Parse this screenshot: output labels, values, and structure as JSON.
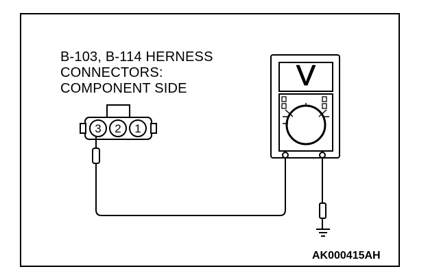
{
  "diagram": {
    "title_lines": [
      "B-103, B-114 HERNESS",
      "CONNECTORS:",
      "COMPONENT SIDE"
    ],
    "reference_code": "AK000415AH",
    "connector": {
      "pins": [
        "3",
        "2",
        "1"
      ]
    },
    "meter": {
      "display_symbol": "V"
    }
  }
}
